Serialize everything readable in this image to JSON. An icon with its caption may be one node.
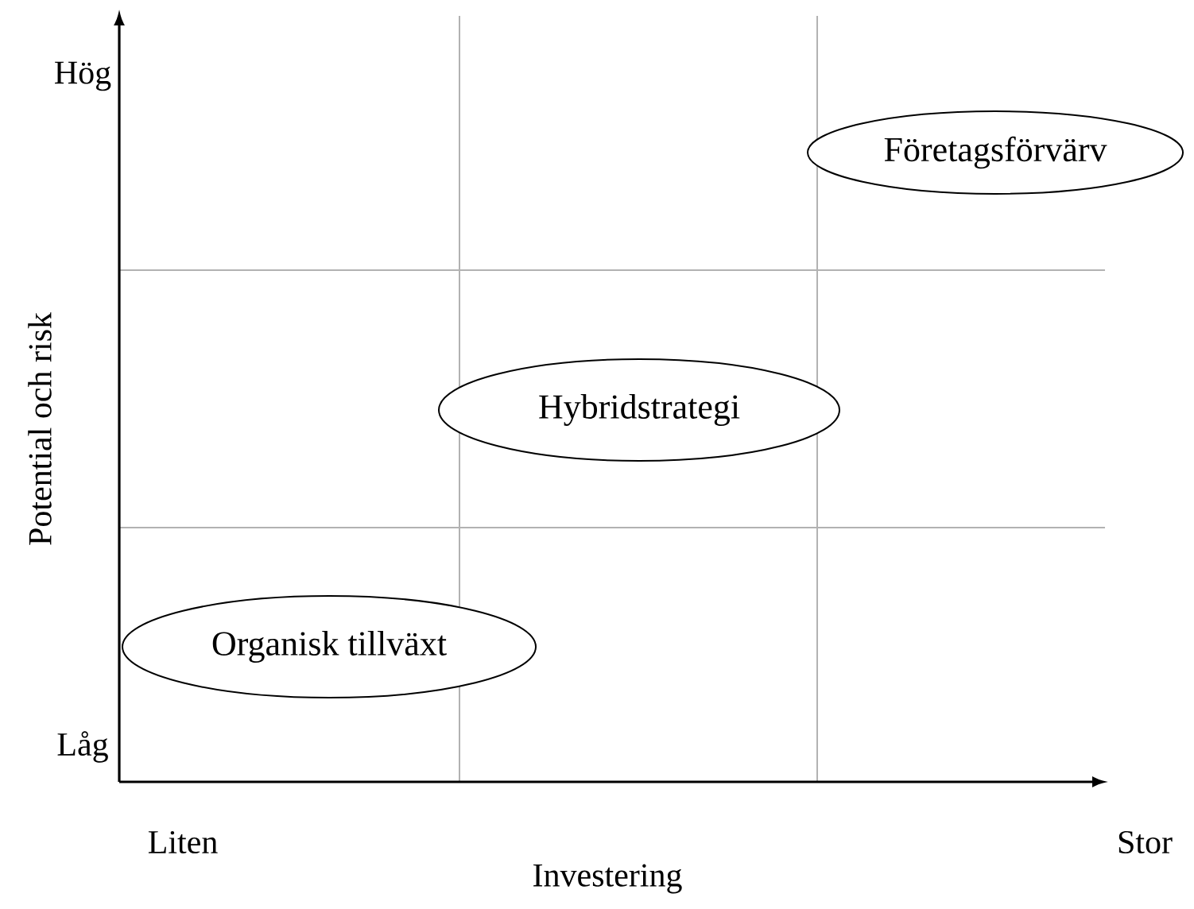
{
  "diagram": {
    "nodes": [
      {
        "text": [
          "Företagsförvärv"
        ]
      },
      {
        "text": [
          "Hybridstrategi"
        ]
      },
      {
        "text": [
          "Organisk tillväxt"
        ]
      }
    ],
    "labels": [
      "Hög",
      "Potential och risk",
      "Låg",
      "Liten",
      "Investering",
      "Stor"
    ]
  }
}
